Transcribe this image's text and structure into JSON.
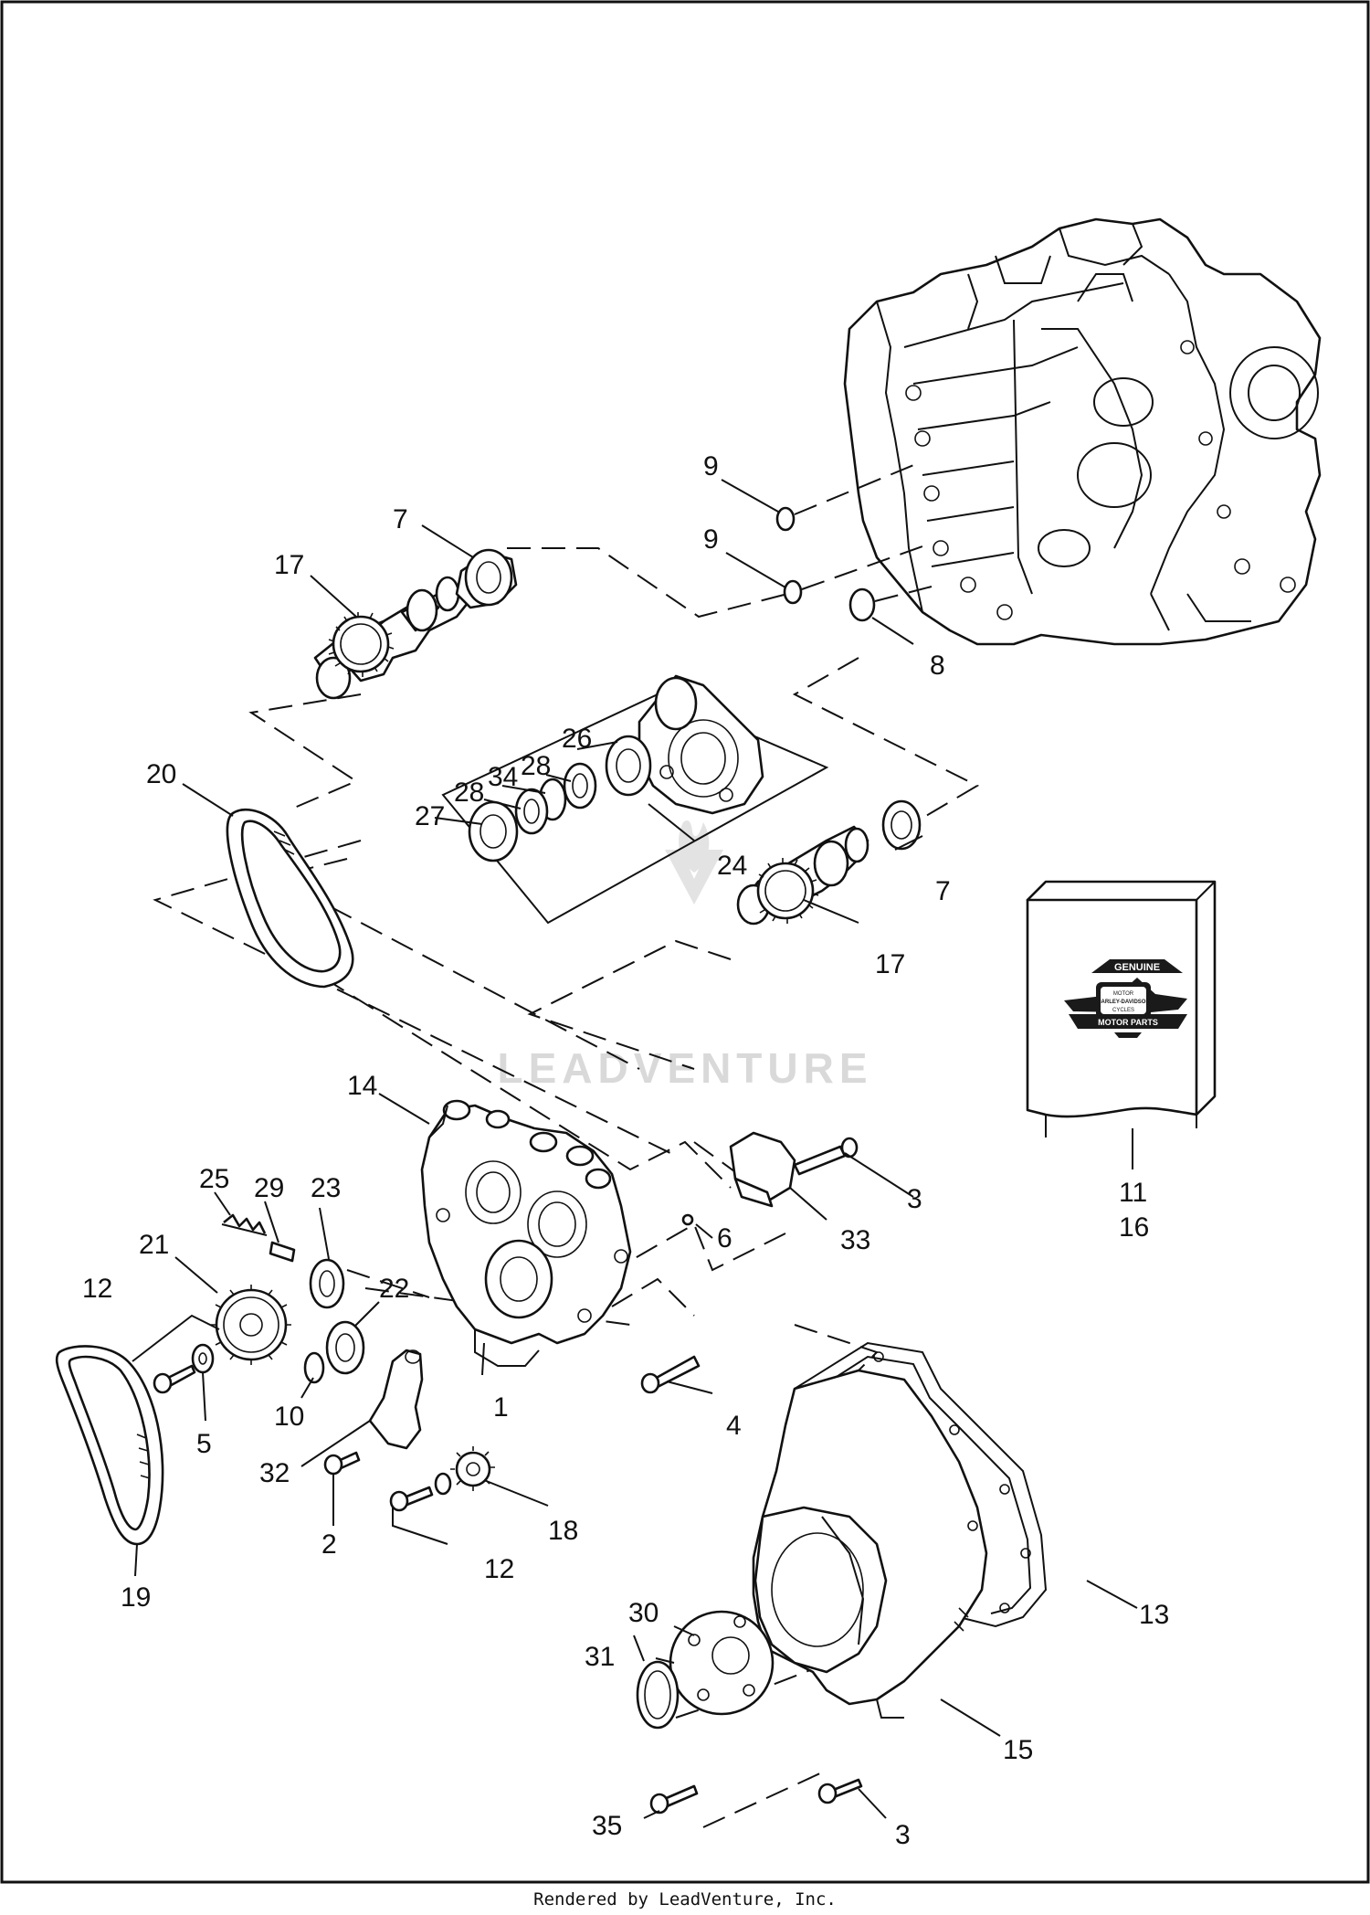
{
  "diagram": {
    "callouts": {
      "c1": "1",
      "c2": "2",
      "c3a": "3",
      "c3b": "3",
      "c4": "4",
      "c5": "5",
      "c6": "6",
      "c7a": "7",
      "c7b": "7",
      "c8": "8",
      "c9a": "9",
      "c9b": "9",
      "c10": "10",
      "c11": "11",
      "c12a": "12",
      "c12b": "12",
      "c13": "13",
      "c14": "14",
      "c15": "15",
      "c16": "16",
      "c17a": "17",
      "c17b": "17",
      "c18": "18",
      "c19": "19",
      "c20": "20",
      "c21": "21",
      "c22": "22",
      "c23": "23",
      "c24": "24",
      "c25": "25",
      "c26": "26",
      "c27": "27",
      "c28a": "28",
      "c28b": "28",
      "c29": "29",
      "c30": "30",
      "c31": "31",
      "c32": "32",
      "c33": "33",
      "c34": "34",
      "c35": "35"
    },
    "watermark": "LEADVENTURE",
    "logo": {
      "top": "GENUINE",
      "middle_top": "MOTOR",
      "brand": "HARLEY-DAVIDSON",
      "middle_bottom": "CYCLES",
      "bottom": "MOTOR PARTS"
    },
    "footer": "Rendered by LeadVenture, Inc."
  },
  "colors": {
    "line": "#111111",
    "background": "#ffffff",
    "watermark": "#d9d9d9",
    "logo_dark": "#1a1a1a"
  }
}
